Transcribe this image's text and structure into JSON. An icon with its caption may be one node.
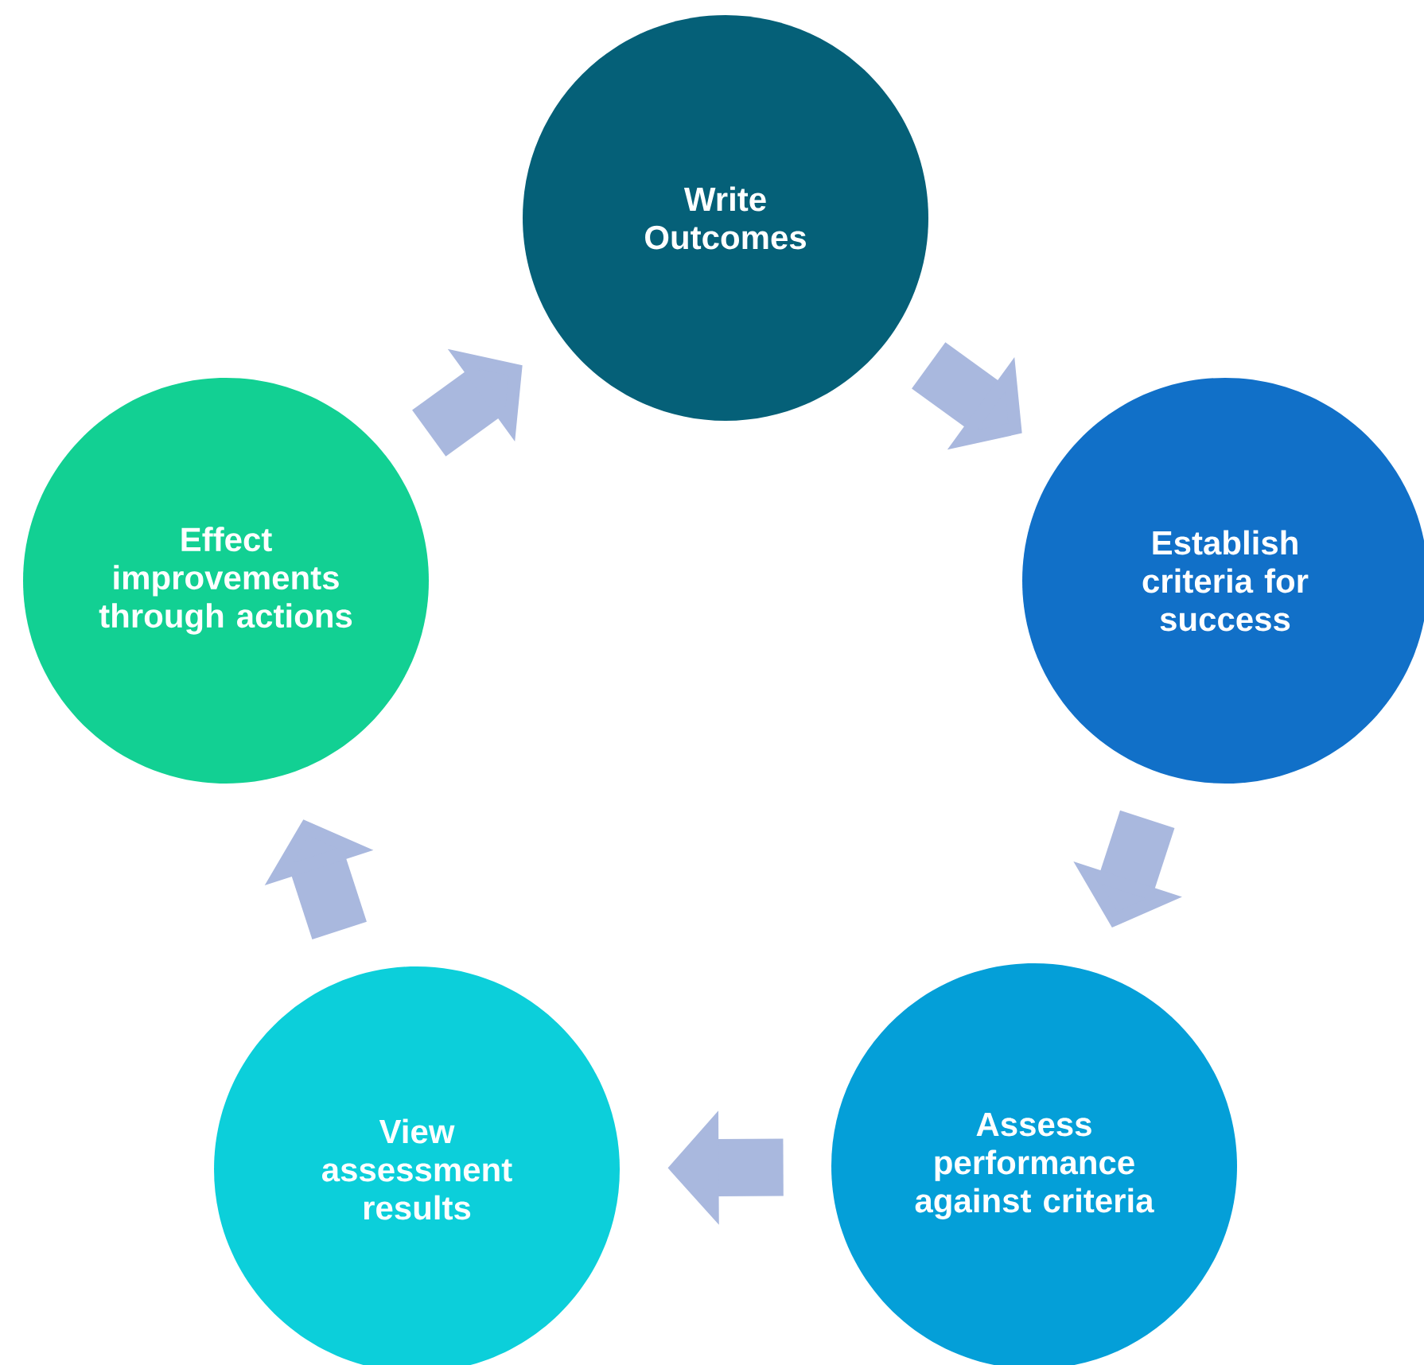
{
  "diagram": {
    "nodes": [
      {
        "text": [
          "Write Outcomes"
        ]
      },
      {
        "text": [
          "Establish criteria for success"
        ]
      },
      {
        "text": [
          "Assess performance against criteria"
        ]
      },
      {
        "text": [
          "View assessment results"
        ]
      },
      {
        "text": [
          "Effect improvements through actions"
        ]
      }
    ],
    "edges": [
      {
        "from": 0,
        "to": 1,
        "arrow": "to"
      },
      {
        "from": 1,
        "to": 2,
        "arrow": "to"
      },
      {
        "from": 2,
        "to": 3,
        "arrow": "to"
      },
      {
        "from": 3,
        "to": 4,
        "arrow": "to"
      },
      {
        "from": 4,
        "to": 0,
        "arrow": "to"
      }
    ]
  }
}
